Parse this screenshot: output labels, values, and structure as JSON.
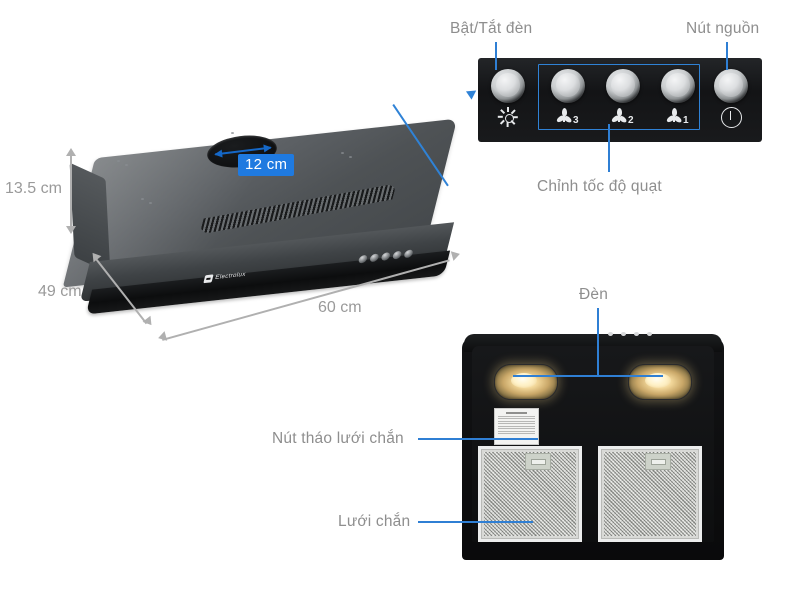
{
  "page": {
    "title": "Electrolux range hood — parts and controls diagram",
    "background": "#ffffff",
    "accent_blue": "#2f82d6",
    "badge_blue": "#1f7ae0",
    "label_grey": "#8e8e8e"
  },
  "dimensions": {
    "height_label": "13.5 cm",
    "depth_label": "49 cm",
    "width_label": "60 cm",
    "duct_label": "12 cm"
  },
  "brand": {
    "name": "Electrolux"
  },
  "annotations": {
    "light_toggle": "Bật/Tắt đèn",
    "power_button": "Nút nguồn",
    "fan_speed": "Chỉnh tốc độ quạt",
    "lamp": "Đèn",
    "filter_release": "Nút tháo lưới chắn",
    "filter": "Lưới chắn"
  },
  "control_panel": {
    "buttons": [
      {
        "id": "light",
        "icon": "light-bulb-icon",
        "caption": ""
      },
      {
        "id": "speed-3",
        "icon": "fan-icon",
        "caption": "3"
      },
      {
        "id": "speed-2",
        "icon": "fan-icon",
        "caption": "2"
      },
      {
        "id": "speed-1",
        "icon": "fan-icon",
        "caption": "1"
      },
      {
        "id": "power",
        "icon": "power-icon",
        "caption": ""
      }
    ]
  },
  "underside": {
    "lamp_count": 2,
    "filter_count": 2,
    "latch_count": 2,
    "indicator_dots": 4
  }
}
